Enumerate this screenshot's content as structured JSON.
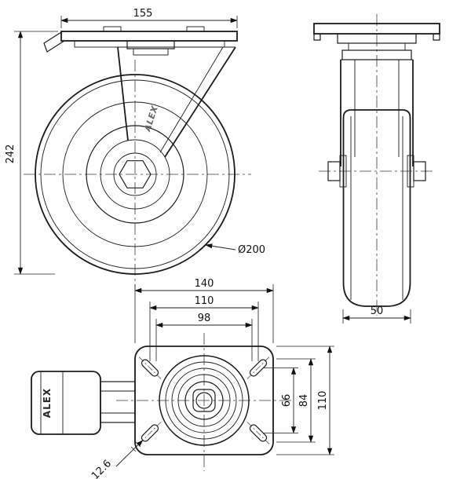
{
  "drawing": {
    "brand": "ALEX",
    "front": {
      "plate_width": "155",
      "overall_height": "242",
      "wheel_diameter": "Ø200"
    },
    "side": {
      "wheel_width": "50"
    },
    "top": {
      "plate_width": "140",
      "bolt_spacing_width": "110",
      "inner_spacing": "98",
      "bolt_spacing_height": "66",
      "mid_spacing_height": "84",
      "plate_height": "110",
      "slot_width": "12.6"
    }
  }
}
